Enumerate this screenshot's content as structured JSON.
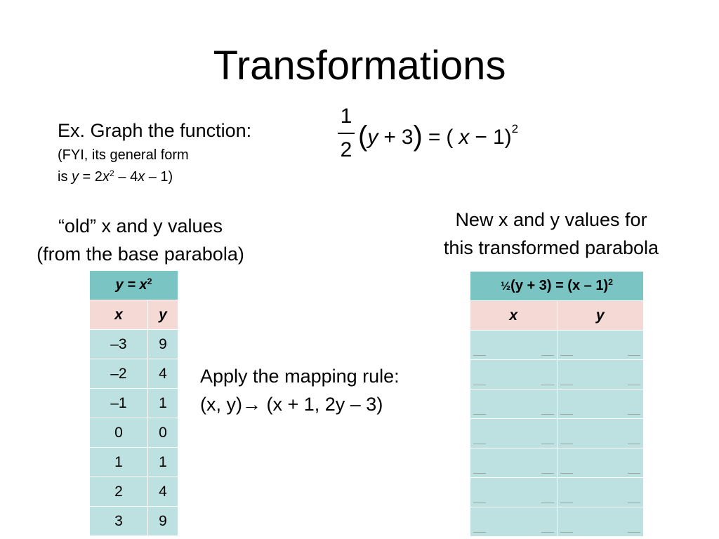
{
  "title": "Transformations",
  "example": {
    "label": "Ex. Graph the function:",
    "fyi_line1": "(FYI, its general form",
    "fyi_prefix": "is ",
    "fyi_y": "y",
    "fyi_eq": " = 2",
    "fyi_x": "x",
    "fyi_sq": "2",
    "fyi_mid": " – 4",
    "fyi_x2": "x",
    "fyi_end": " – 1)"
  },
  "equation": {
    "numerator": "1",
    "denominator": "2",
    "open_paren": "(",
    "y": "y",
    "plus": "+",
    "three": "3",
    "close_paren": ")",
    "equals": "=",
    "open2": "(",
    "x": "x",
    "minus": "−",
    "one": "1",
    "close2": ")",
    "exponent": "2"
  },
  "old_caption": {
    "line1": "“old” x and y values",
    "line2": "(from the base parabola)"
  },
  "new_caption": {
    "line1": "New x and y values for",
    "line2": "this transformed parabola"
  },
  "mapping": {
    "line1": "Apply the mapping rule:",
    "line2": "(x, y)→ (x + 1, 2y – 3)"
  },
  "old_table": {
    "header": "y = x",
    "header_exp": "2",
    "col_x": "x",
    "col_y": "y",
    "rows": [
      {
        "x": "–3",
        "y": "9"
      },
      {
        "x": "–2",
        "y": "4"
      },
      {
        "x": "–1",
        "y": "1"
      },
      {
        "x": "0",
        "y": "0"
      },
      {
        "x": "1",
        "y": "1"
      },
      {
        "x": "2",
        "y": "4"
      },
      {
        "x": "3",
        "y": "9"
      }
    ]
  },
  "new_table": {
    "header_half": "½",
    "header": "(y + 3) = (x – 1)",
    "header_exp": "2",
    "col_x": "x",
    "col_y": "y"
  }
}
